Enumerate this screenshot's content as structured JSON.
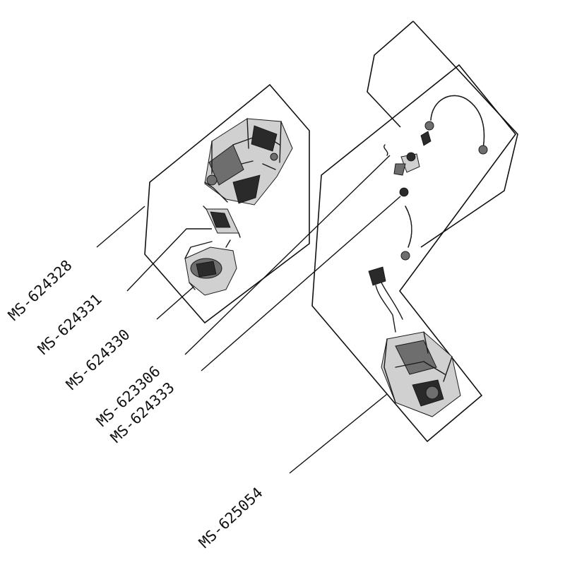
{
  "labels": {
    "ms624328": "MS-624328",
    "ms624331": "MS-624331",
    "ms624330": "MS-624330",
    "ms623306": "MS-623306",
    "ms624333": "MS-624333",
    "ms625054": "MS-625054"
  }
}
